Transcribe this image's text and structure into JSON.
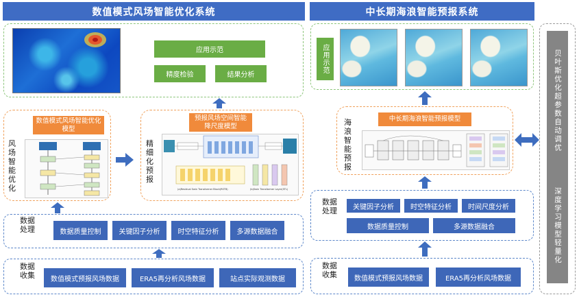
{
  "left": {
    "title": "数值模式风场智能优化系统",
    "app_demo": "应用示范",
    "accuracy_check": "精度检验",
    "result_analysis": "结果分析",
    "wind_opt_side_label": "风场智能优化",
    "wind_opt_model": "数值模式风场智能优化模型",
    "refined_side_label": "精细化预报",
    "downscale_model": "预报风场空间智能降尺度模型",
    "data_process_label": "数据处理",
    "processing": [
      "数据质量控制",
      "关键因子分析",
      "时空特征分析",
      "多源数据融合"
    ],
    "data_collect_label": "数据收集",
    "collection": [
      "数值模式预报风场数据",
      "ERA5再分析风场数据",
      "站点实际观测数据"
    ],
    "fig_caption_a": "(a)Residual Swin Transformer Block(RSTB)",
    "fig_caption_b": "(b)Swin Transformer Layer(STL)"
  },
  "right": {
    "title": "中长期海浪智能预报系统",
    "app_demo": "应用示范",
    "wave_side_label": "海浪智能预报",
    "wave_model": "中长期海浪智能预报模型",
    "data_process_label": "数据处理",
    "processing": [
      "关键因子分析",
      "时空特征分析",
      "时间尺度分析",
      "数据质量控制",
      "多源数据融合"
    ],
    "data_collect_label": "数据收集",
    "collection": [
      "数值模式预报风场数据",
      "ERA5再分析风场数据"
    ]
  },
  "side": {
    "bayes": "贝叶斯优化超参数自动调优",
    "lightweight": "深度学习模型轻量化"
  },
  "colors": {
    "title_blue": "#3f6cc4",
    "button_blue": "#3e67b8",
    "button_green": "#6aad45",
    "button_orange": "#f08a3b",
    "button_gray": "#858585"
  }
}
